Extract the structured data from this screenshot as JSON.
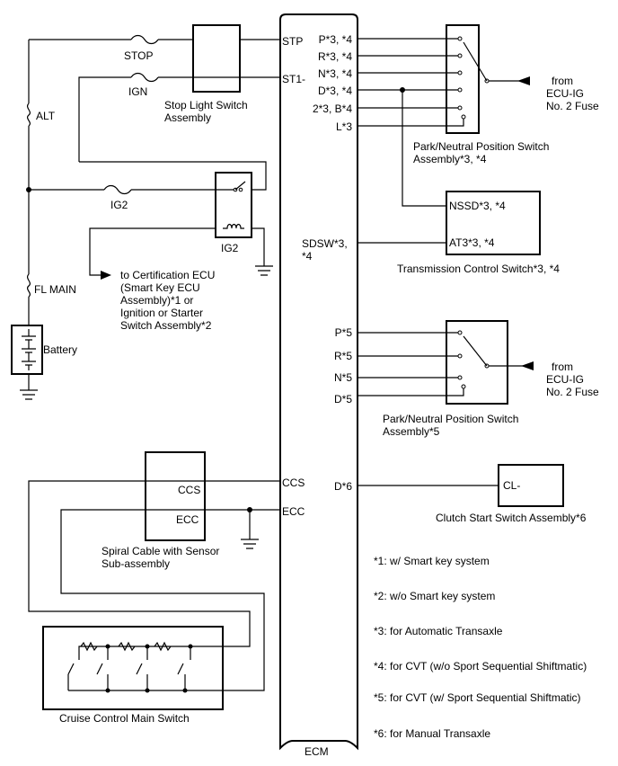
{
  "labels": {
    "stop": "STOP",
    "ign": "IGN",
    "alt": "ALT",
    "ig2_fuse": "IG2",
    "ig2_relay": "IG2",
    "fl_main": "FL MAIN",
    "battery": "Battery",
    "stop_light_line1": "Stop Light Switch",
    "stop_light_line2": "Assembly",
    "cert_line1": "to Certification ECU",
    "cert_line2": "(Smart Key ECU",
    "cert_line3": "Assembly)*1 or",
    "cert_line4": "Ignition or Starter",
    "cert_line5": "Switch Assembly*2",
    "stp": "STP",
    "st1": "ST1-",
    "sdsw_line1": "SDSW*3,",
    "sdsw_line2": "*4",
    "ccs_ecm": "CCS",
    "ecc_ecm": "ECC",
    "ecm": "ECM",
    "pnp1_pins": [
      "P*3, *4",
      "R*3, *4",
      "N*3, *4",
      "D*3, *4",
      "2*3, B*4",
      "L*3"
    ],
    "pnp1_line1": "Park/Neutral Position Switch",
    "pnp1_line2": "Assembly*3, *4",
    "from1_line1": "from",
    "from1_line2": "ECU-IG",
    "from1_line3": "No. 2 Fuse",
    "nssd": "NSSD*3, *4",
    "at3": "AT3*3, *4",
    "tcs": "Transmission Control Switch*3, *4",
    "pnp2_pins": [
      "P*5",
      "R*5",
      "N*5",
      "D*5"
    ],
    "pnp2_line1": "Park/Neutral Position Switch",
    "pnp2_line2": "Assembly*5",
    "from2_line1": "from",
    "from2_line2": "ECU-IG",
    "from2_line3": "No. 2 Fuse",
    "d6": "D*6",
    "cl": "CL-",
    "clutch": "Clutch Start Switch Assembly*6",
    "ccs_sc": "CCS",
    "ecc_sc": "ECC",
    "spiral_line1": "Spiral Cable with Sensor",
    "spiral_line2": "Sub-assembly",
    "cruise": "Cruise Control Main Switch"
  },
  "notes": [
    "*1: w/ Smart key system",
    "*2: w/o Smart key system",
    "*3: for Automatic Transaxle",
    "*4: for CVT (w/o Sport Sequential Shiftmatic)",
    "*5: for CVT (w/ Sport Sequential Shiftmatic)",
    "*6: for Manual Transaxle"
  ]
}
